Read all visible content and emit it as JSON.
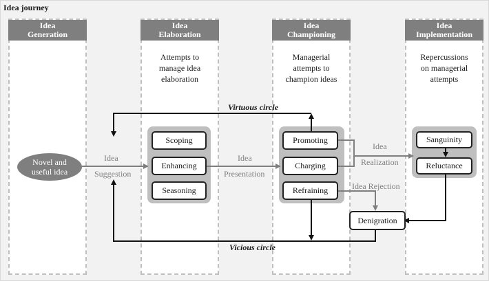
{
  "title": "Idea journey",
  "lanes": [
    {
      "head_line1": "Idea",
      "head_line2": "Generation",
      "desc": ""
    },
    {
      "head_line1": "Idea",
      "head_line2": "Elaboration",
      "desc_lines": [
        "Attempts to",
        "manage idea",
        "elaboration"
      ]
    },
    {
      "head_line1": "Idea",
      "head_line2": "Championing",
      "desc_lines": [
        "Managerial",
        "attempts to",
        "champion ideas"
      ]
    },
    {
      "head_line1": "Idea",
      "head_line2": "Implementation",
      "desc_lines": [
        "Repercussions",
        "on managerial",
        "attempts"
      ]
    }
  ],
  "start_node": {
    "line1": "Novel and",
    "line2": "useful idea"
  },
  "elaboration_boxes": [
    "Scoping",
    "Enhancing",
    "Seasoning"
  ],
  "championing_boxes": [
    "Promoting",
    "Charging",
    "Refraining"
  ],
  "implementation_boxes": [
    "Sanguinity",
    "Reluctance"
  ],
  "denigration_box": "Denigration",
  "flow_labels": {
    "suggestion_top": "Idea",
    "suggestion_bottom": "Suggestion",
    "presentation_top": "Idea",
    "presentation_bottom": "Presentation",
    "realization_top": "Idea",
    "realization_bottom": "Realization",
    "rejection": "Idea Rejection"
  },
  "loop_labels": {
    "virtuous": "Virtuous circle",
    "vicious": "Vicious circle"
  }
}
